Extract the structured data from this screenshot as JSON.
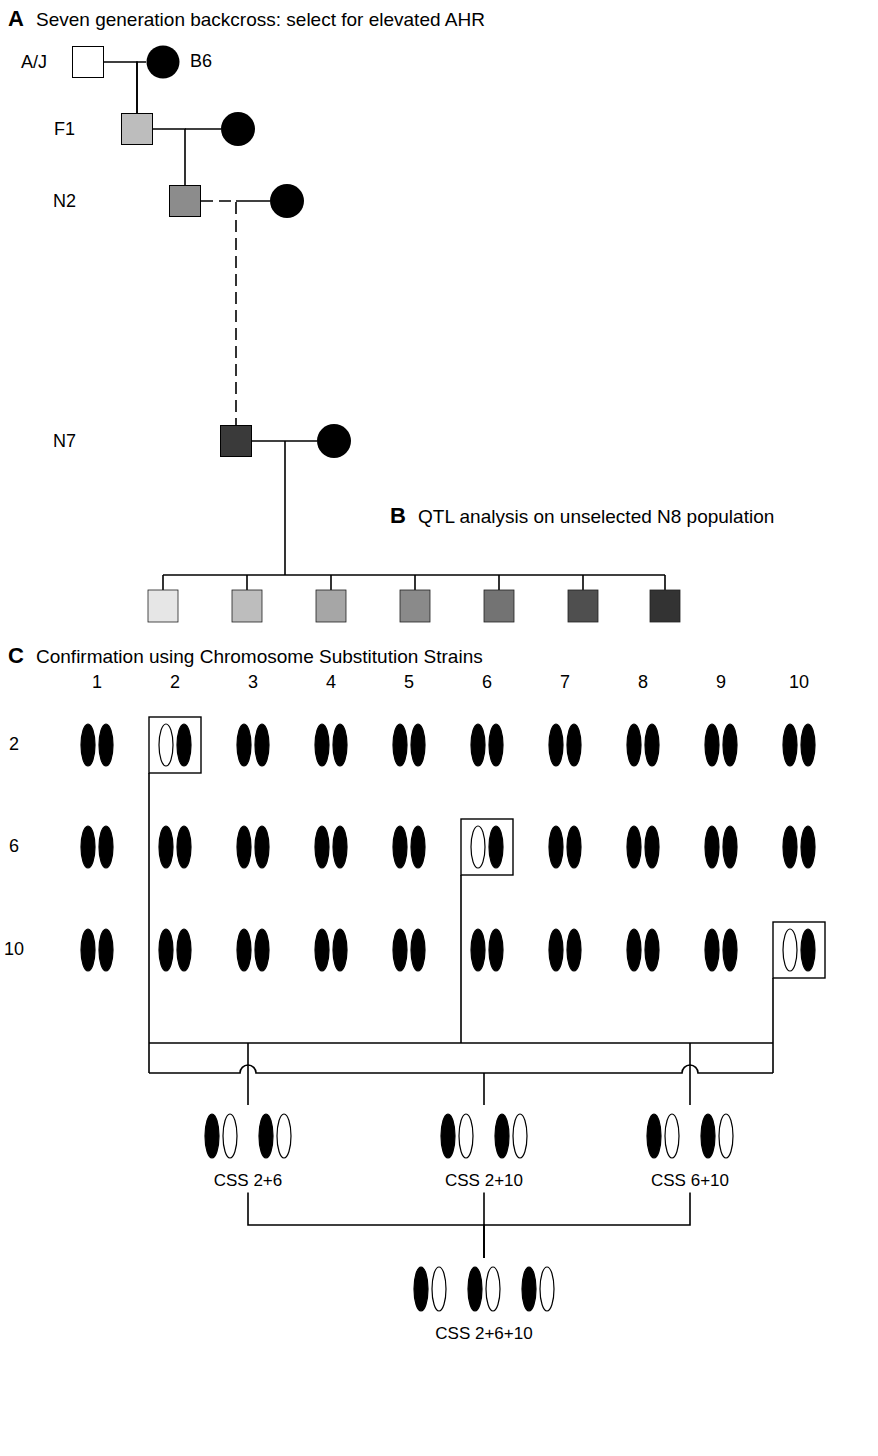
{
  "diagram": {
    "nodes": [
      {
        "text": [
          "A/J"
        ]
      },
      {
        "text": [
          "B6"
        ]
      },
      {
        "text": [
          "F1"
        ]
      },
      {
        "text": [
          "N2"
        ]
      },
      {
        "text": [
          "N7"
        ]
      },
      {
        "text": [
          "CSS 2+6"
        ]
      },
      {
        "text": [
          "CSS 2+10"
        ]
      },
      {
        "text": [
          "CSS 6+10"
        ]
      },
      {
        "text": [
          "CSS 2+6+10"
        ]
      }
    ],
    "edges": [
      {
        "from": 0,
        "to": 2,
        "arrow": "none"
      },
      {
        "from": 1,
        "to": 2,
        "arrow": "none"
      },
      {
        "from": 2,
        "to": 3,
        "arrow": "none"
      },
      {
        "from": 3,
        "to": 4,
        "arrow": "none"
      },
      {
        "from": 5,
        "to": 8,
        "arrow": "none"
      },
      {
        "from": 6,
        "to": 8,
        "arrow": "none"
      },
      {
        "from": 7,
        "to": 8,
        "arrow": "none"
      }
    ],
    "labels": [
      "A",
      "Seven generation backcross: select for elevated AHR",
      "B",
      "QTL analysis on unselected N8 population",
      "C",
      "Confirmation using Chromosome Substitution Strains",
      "1",
      "2",
      "3",
      "4",
      "5",
      "6",
      "7",
      "8",
      "9",
      "10",
      "2",
      "6",
      "10"
    ]
  }
}
